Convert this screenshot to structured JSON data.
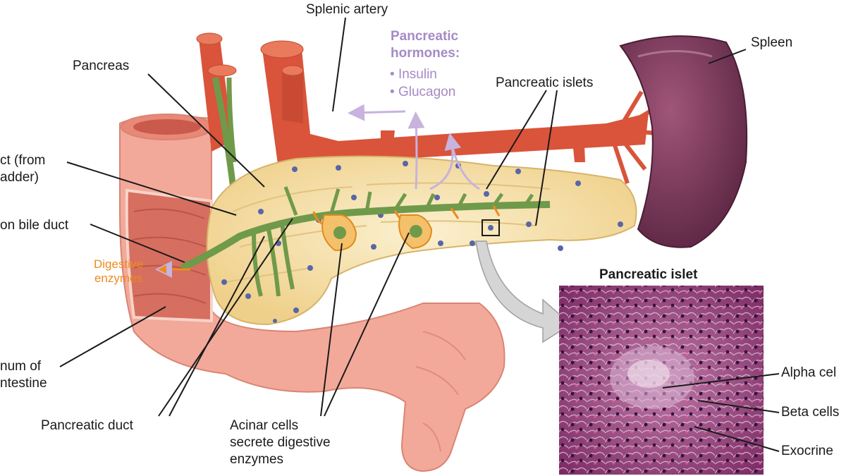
{
  "labels": {
    "splenic_artery": "Splenic artery",
    "pancreatic_hormones_title": "Pancreatic\nhormones:",
    "hormones": [
      "Insulin",
      "Glucagon"
    ],
    "spleen": "Spleen",
    "pancreas": "Pancreas",
    "pancreatic_islets": "Pancreatic islets",
    "bile_duct": "ct (from\nadder)",
    "common_bile_duct": "on bile duct",
    "digestive_enzymes": "Digestive\nenzymes",
    "duodenum": "num of\nntestine",
    "pancreatic_duct": "Pancreatic duct",
    "acinar_cells": "Acinar cells\nsecrete digestive\nenzymes",
    "pancreatic_islet_title": "Pancreatic islet",
    "alpha_cells": "Alpha cel",
    "beta_cells": "Beta cells",
    "exocrine": "Exocrine"
  },
  "colors": {
    "artery": "#d9543a",
    "artery_light": "#ea7a5c",
    "spleen": "#7a3b58",
    "pancreas": "#f6dfa4",
    "pancreas_edge": "#e2c27a",
    "duct": "#6f9a4a",
    "islet": "#5866a8",
    "intestine": "#f2a99a",
    "intestine_dark": "#d66f5f",
    "hormone_arrow": "#c7b3dd",
    "enzyme": "#ee8a1f",
    "histology": "#9b3d78",
    "histology_dark": "#5a1e4b"
  }
}
